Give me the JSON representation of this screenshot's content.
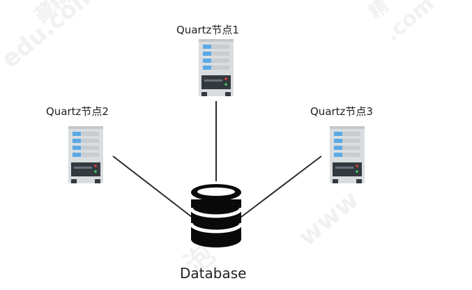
{
  "diagram": {
    "nodes": [
      {
        "id": "node1",
        "label": "Quartz节点1"
      },
      {
        "id": "node2",
        "label": "Quartz节点2"
      },
      {
        "id": "node3",
        "label": "Quartz节点3"
      }
    ],
    "database": {
      "label": "Database"
    },
    "edges": [
      {
        "from": "node1",
        "to": "database"
      },
      {
        "from": "node2",
        "to": "database"
      },
      {
        "from": "node3",
        "to": "database"
      }
    ]
  },
  "icons": {
    "server": "server-icon",
    "database": "database-icon"
  },
  "colors": {
    "line": "#2b2b2b",
    "server_body": "#d9dde0",
    "server_panel": "#33393f",
    "server_stripe": "#5aa9e6",
    "led_green": "#3ecf58",
    "led_red": "#e0403a",
    "database_fill": "#0a0a0a"
  }
}
